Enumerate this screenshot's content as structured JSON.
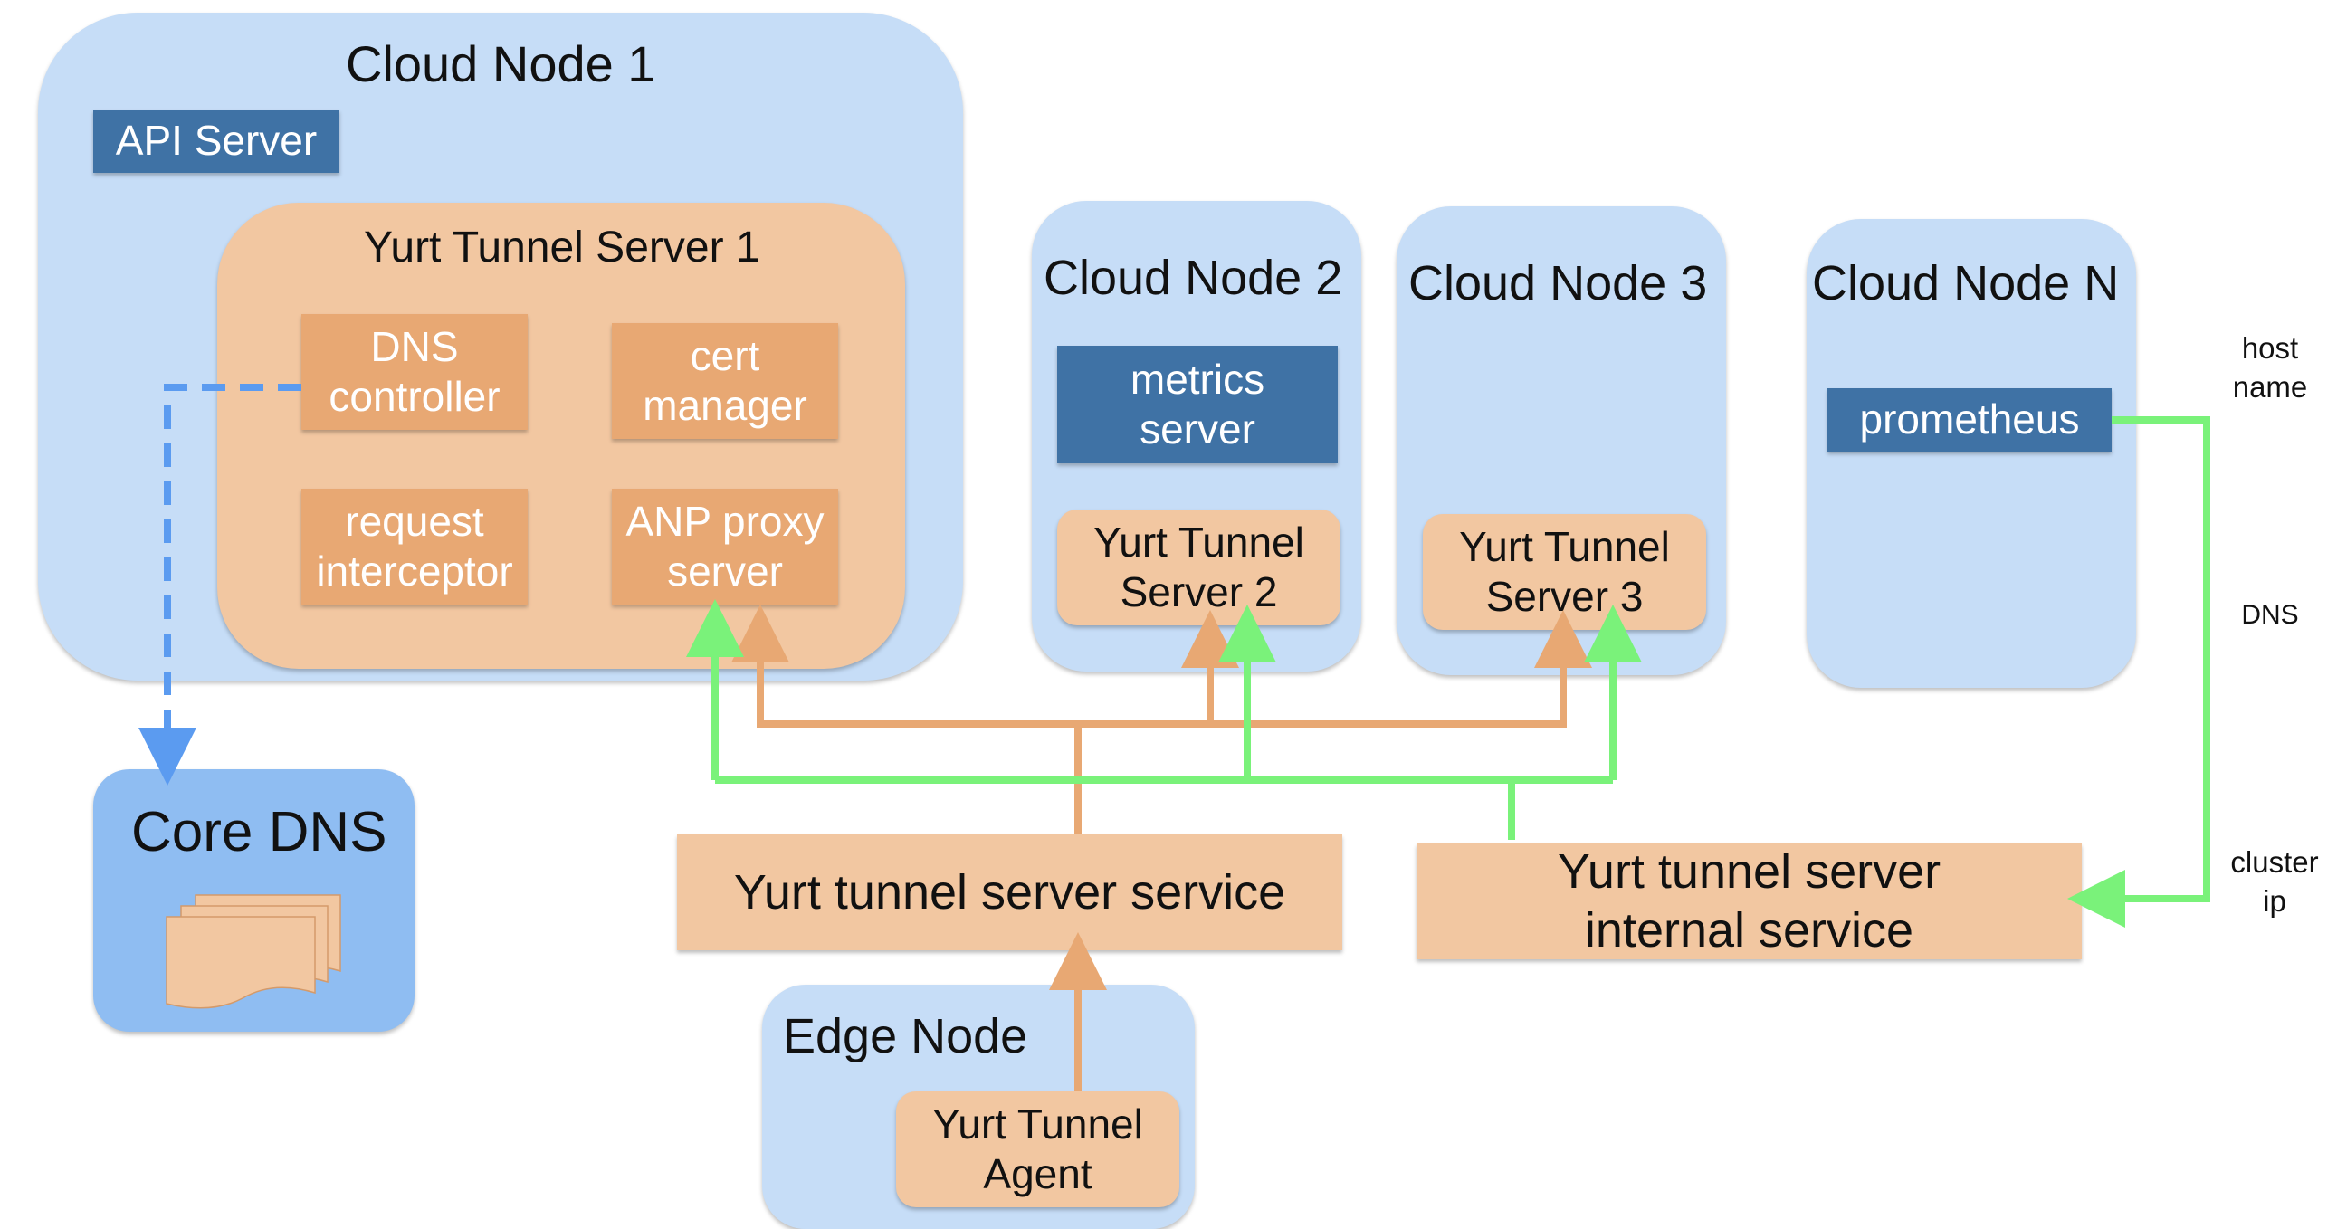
{
  "cloud_node_1": {
    "title": "Cloud Node 1",
    "api_server": "API Server",
    "tunnel_server": {
      "title": "Yurt Tunnel Server 1",
      "dns_controller": "DNS\ncontroller",
      "cert_manager": "cert\nmanager",
      "request_interceptor": "request\ninterceptor",
      "anp_proxy_server": "ANP proxy\nserver"
    }
  },
  "cloud_node_2": {
    "title": "Cloud Node 2",
    "metrics_server": "metrics\nserver",
    "tunnel_server": "Yurt Tunnel\nServer 2"
  },
  "cloud_node_3": {
    "title": "Cloud Node 3",
    "tunnel_server": "Yurt Tunnel\nServer 3"
  },
  "cloud_node_n": {
    "title": "Cloud Node N",
    "prometheus": "prometheus"
  },
  "core_dns": {
    "title": "Core DNS"
  },
  "tunnel_server_service": "Yurt tunnel server service",
  "tunnel_server_internal_service": "Yurt tunnel server\ninternal service",
  "edge_node": {
    "title": "Edge Node",
    "agent": "Yurt Tunnel\nAgent"
  },
  "edge_labels": {
    "host_name": "host\nname",
    "dns": "DNS",
    "cluster_ip": "cluster\nip"
  },
  "colors": {
    "node_bg": "#c6ddf7",
    "tunnel_bg": "#f2c7a1",
    "component_orange": "#e8a873",
    "component_blue": "#3f72a5",
    "core_dns_bg": "#8fbdf2",
    "orange_edge": "#e8a873",
    "green_edge": "#7af27a",
    "dns_dashed_edge": "#5b9bf0"
  }
}
